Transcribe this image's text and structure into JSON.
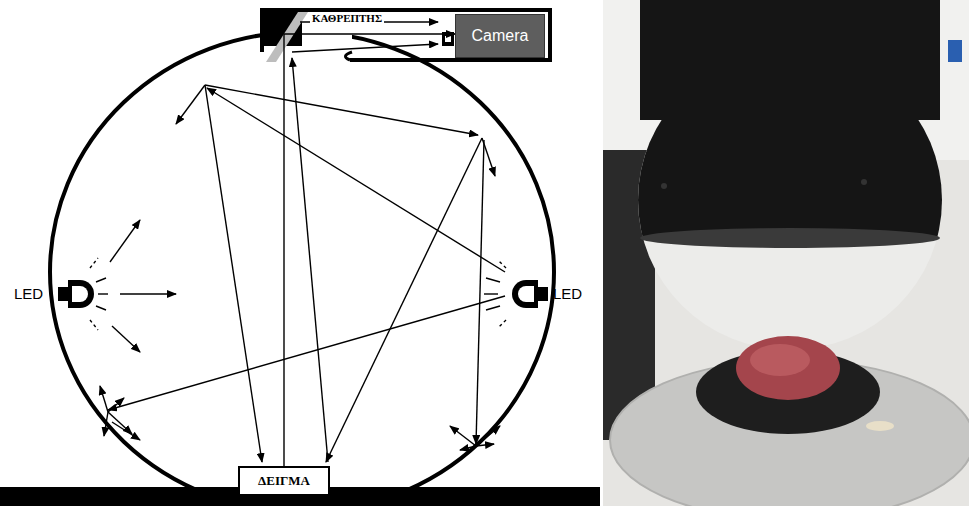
{
  "diagram": {
    "nodes": [
      {
        "text": [
          "Camera"
        ]
      },
      {
        "text": [
          "ΔΕΙΓΜΑ"
        ]
      }
    ],
    "edges": [
      {
        "from": 1,
        "to": 0,
        "arrow": "to"
      }
    ],
    "labels": [
      "ΚΑΘΡΕΠΤΗΣ",
      "LED",
      "LED"
    ]
  }
}
